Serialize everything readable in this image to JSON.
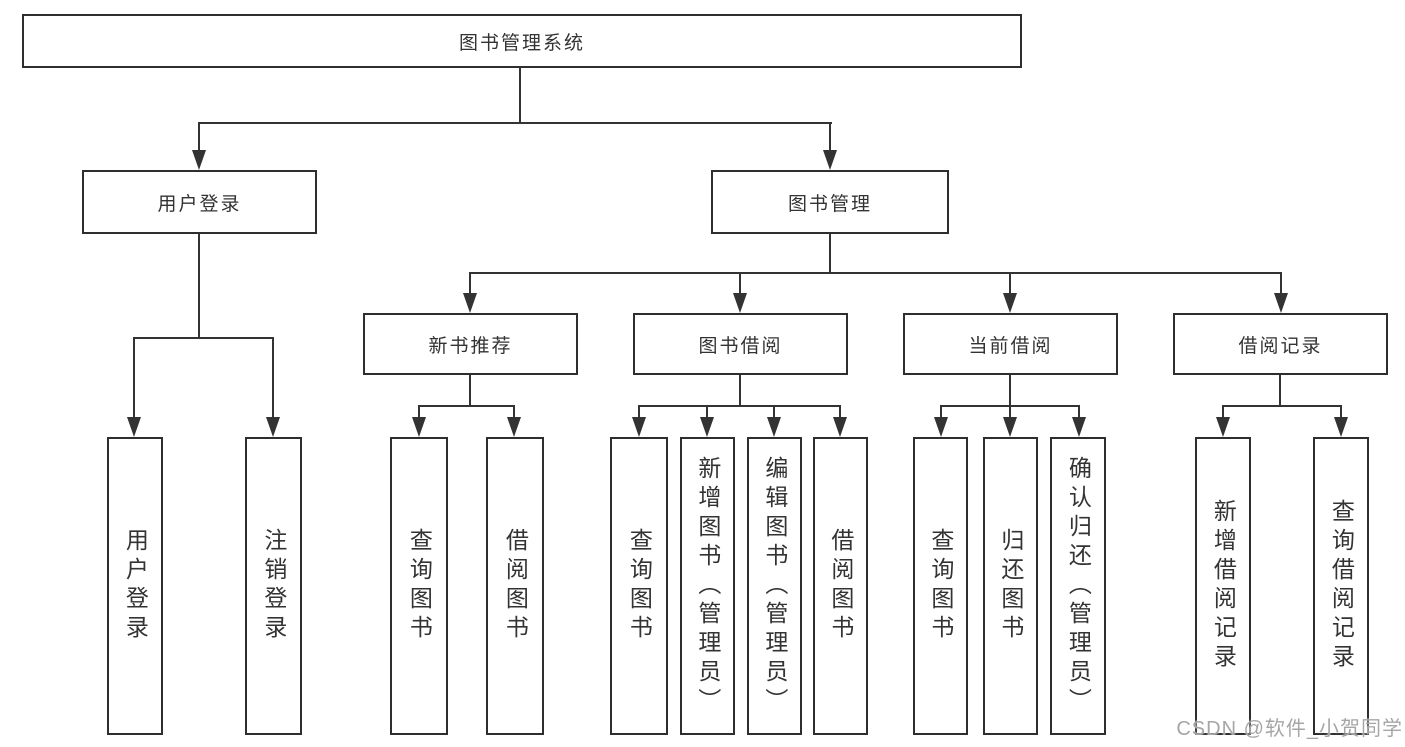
{
  "diagram": {
    "root": {
      "label": "图书管理系统"
    },
    "branches": [
      {
        "label": "用户登录",
        "children": [
          {
            "label": "用户登录"
          },
          {
            "label": "注销登录"
          }
        ]
      },
      {
        "label": "图书管理",
        "children": [
          {
            "label": "新书推荐",
            "children": [
              {
                "label": "查询图书"
              },
              {
                "label": "借阅图书"
              }
            ]
          },
          {
            "label": "图书借阅",
            "children": [
              {
                "label": "查询图书"
              },
              {
                "label": "新增图书（管理员）"
              },
              {
                "label": "编辑图书（管理员）"
              },
              {
                "label": "借阅图书"
              }
            ]
          },
          {
            "label": "当前借阅",
            "children": [
              {
                "label": "查询图书"
              },
              {
                "label": "归还图书"
              },
              {
                "label": "确认归还（管理员）"
              }
            ]
          },
          {
            "label": "借阅记录",
            "children": [
              {
                "label": "新增借阅记录"
              },
              {
                "label": "查询借阅记录"
              }
            ]
          }
        ]
      }
    ]
  },
  "watermark": {
    "text": "CSDN @软件_小贺同学"
  },
  "colors": {
    "line": "#333333",
    "border": "#2e2e2e",
    "text": "#333333",
    "background": "#ffffff",
    "watermark": "#a6a6a6"
  }
}
